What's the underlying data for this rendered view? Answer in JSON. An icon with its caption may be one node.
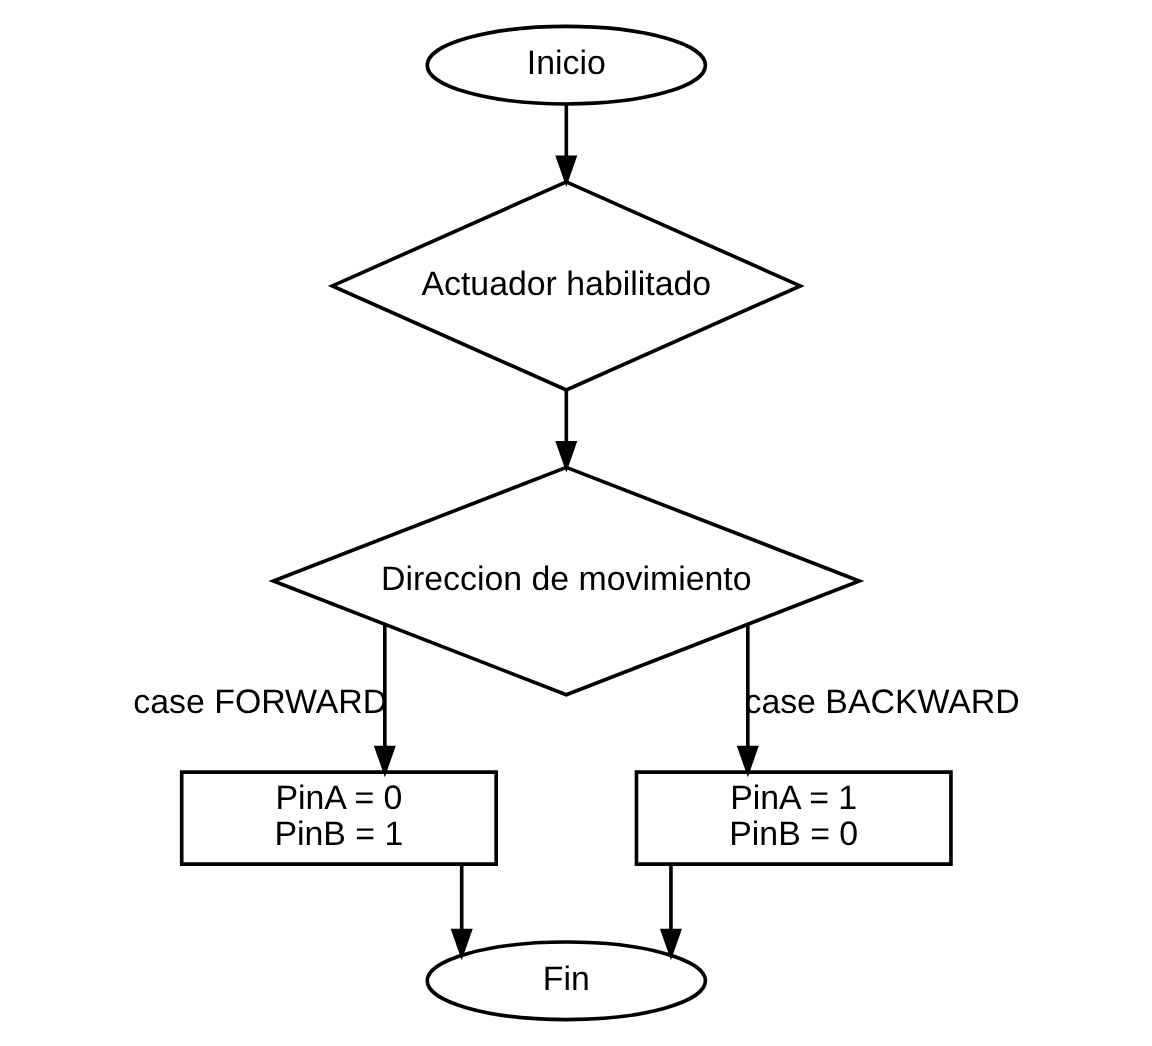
{
  "diagram": {
    "nodes": [
      {
        "text": [
          "Inicio"
        ]
      },
      {
        "text": [
          "Actuador habilitado"
        ]
      },
      {
        "text": [
          "Direccion de movimiento"
        ]
      },
      {
        "text": [
          "PinA = 0",
          "PinB = 1"
        ]
      },
      {
        "text": [
          "PinA = 1",
          "PinB = 0"
        ]
      },
      {
        "text": [
          "Fin"
        ]
      }
    ],
    "edges": [
      {
        "from": 0,
        "to": 1,
        "arrow": "to"
      },
      {
        "from": 1,
        "to": 2,
        "arrow": "to"
      },
      {
        "from": 2,
        "to": 3,
        "arrow": "to",
        "label": "case FORWARD"
      },
      {
        "from": 2,
        "to": 4,
        "arrow": "to",
        "label": "case BACKWARD"
      },
      {
        "from": 3,
        "to": 5,
        "arrow": "to"
      },
      {
        "from": 4,
        "to": 5,
        "arrow": "to"
      }
    ]
  }
}
